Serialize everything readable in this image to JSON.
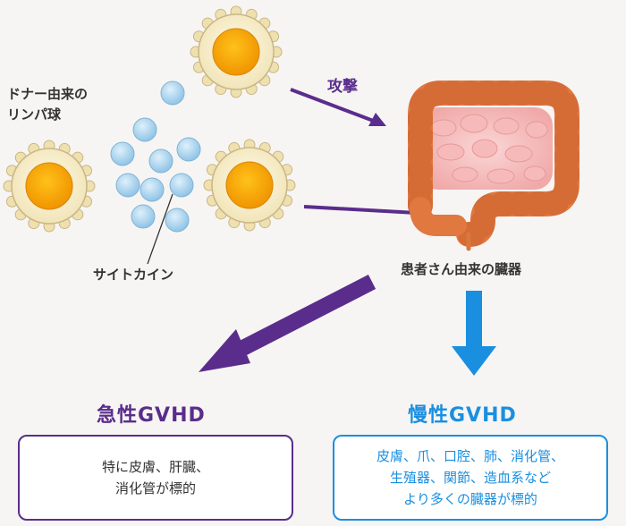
{
  "labels": {
    "donor_lymphocyte": "ドナー由来の\nリンパ球",
    "cytokine": "サイトカイン",
    "attack": "攻撃",
    "patient_organ": "患者さん由来の臓器"
  },
  "acute": {
    "title": "急性GVHD",
    "description": "特に皮膚、肝臓、\n消化管が標的"
  },
  "chronic": {
    "title": "慢性GVHD",
    "description": "皮膚、爪、口腔、肺、消化管、\n生殖器、関節、造血系など\nより多くの臓器が標的"
  },
  "colors": {
    "acute_purple": "#5a2d8c",
    "chronic_blue": "#1a8fe0",
    "cell_yellow": "#f5a400",
    "cytokine_blue": "#a8d4ee",
    "organ_orange": "#e07840"
  }
}
